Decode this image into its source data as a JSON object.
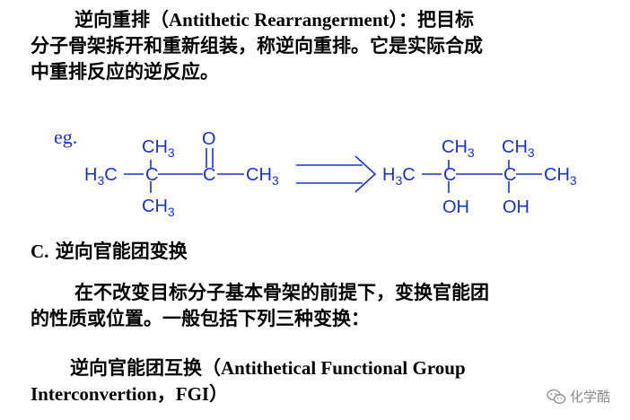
{
  "intro": {
    "term": "逆向重排",
    "english_open": "（",
    "english": "Antithetic Rearrangerment",
    "english_close": "）",
    "colon": "：",
    "line1_tail": "把目标",
    "line2": "分子骨架拆开和重新组装，称逆向重排。它是实际合成",
    "line3": "中重排反应的逆反应。"
  },
  "scheme": {
    "example_label": "eg.",
    "left_molecule": {
      "main_chain_left": "H₃C",
      "center_carbon": "C",
      "carbonyl_carbon": "C",
      "carbonyl_oxygen": "O",
      "right_methyl": "CH₃",
      "top_methyl": "CH₃",
      "bottom_methyl": "CH₃"
    },
    "right_molecule": {
      "main_chain_left": "H₃C",
      "carbon_1": "C",
      "carbon_2": "C",
      "right_methyl": "CH₃",
      "top_methyl_1": "CH₃",
      "top_methyl_2": "CH₃",
      "hydroxyl_1": "OH",
      "hydroxyl_2": "OH"
    },
    "arrow_color": "#1a33c7"
  },
  "section_c": {
    "label": "C.",
    "title": "逆向官能团变换"
  },
  "paragraph2": {
    "line1": "在不改变目标分子基本骨架的前提下，变换官能团",
    "line2": "的性质或位置。一般包括下列三种变换："
  },
  "paragraph3": {
    "term": "逆向官能团互换",
    "english_open": "（",
    "english_line1": "Antithetical Functional Group",
    "english_line2": "Interconvertion，FGI",
    "english_close": "）"
  },
  "watermark": {
    "icon": "wechat-icon",
    "text": "化学酷"
  },
  "colors": {
    "text": "#000000",
    "formula": "#1a33c7",
    "watermark": "#8a8a8a"
  }
}
